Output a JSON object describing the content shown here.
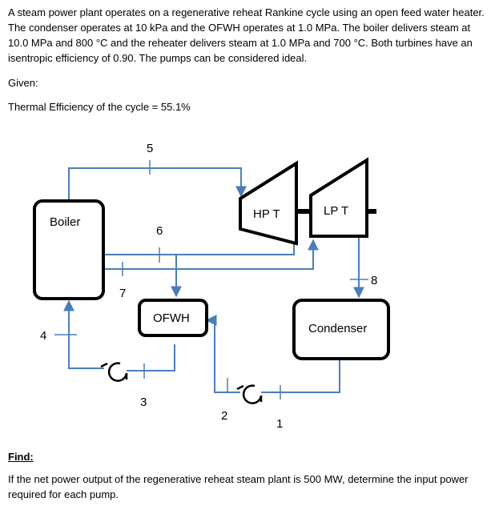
{
  "problem": {
    "lines": [
      "A steam power plant operates on a regenerative reheat Rankine cycle using an open feed water heater.",
      "The condenser operates at 10 kPa and the OFWH operates at 1.0 MPa.   The boiler delivers steam at",
      "10.0 MPa and 800 °C and the reheater delivers steam at 1.0 MPa and 700 °C.  Both turbines have an",
      "isentropic efficiency of 0.90.   The pumps can be considered ideal."
    ],
    "given_label": "Given:",
    "given_value": "Thermal Efficiency of the cycle = 55.1%",
    "find_label": "Find:",
    "find_lines": [
      "If the net power output of the regenerative reheat steam plant is 500 MW, determine the input power",
      "required for each pump."
    ]
  },
  "diagram": {
    "components": {
      "boiler": "Boiler",
      "hp_turbine": "HP T",
      "lp_turbine": "LP T",
      "ofwh": "OFWH",
      "condenser": "Condenser"
    },
    "state_points": [
      "1",
      "2",
      "3",
      "4",
      "5",
      "6",
      "7",
      "8"
    ],
    "line_color": "#4a7ebb"
  }
}
